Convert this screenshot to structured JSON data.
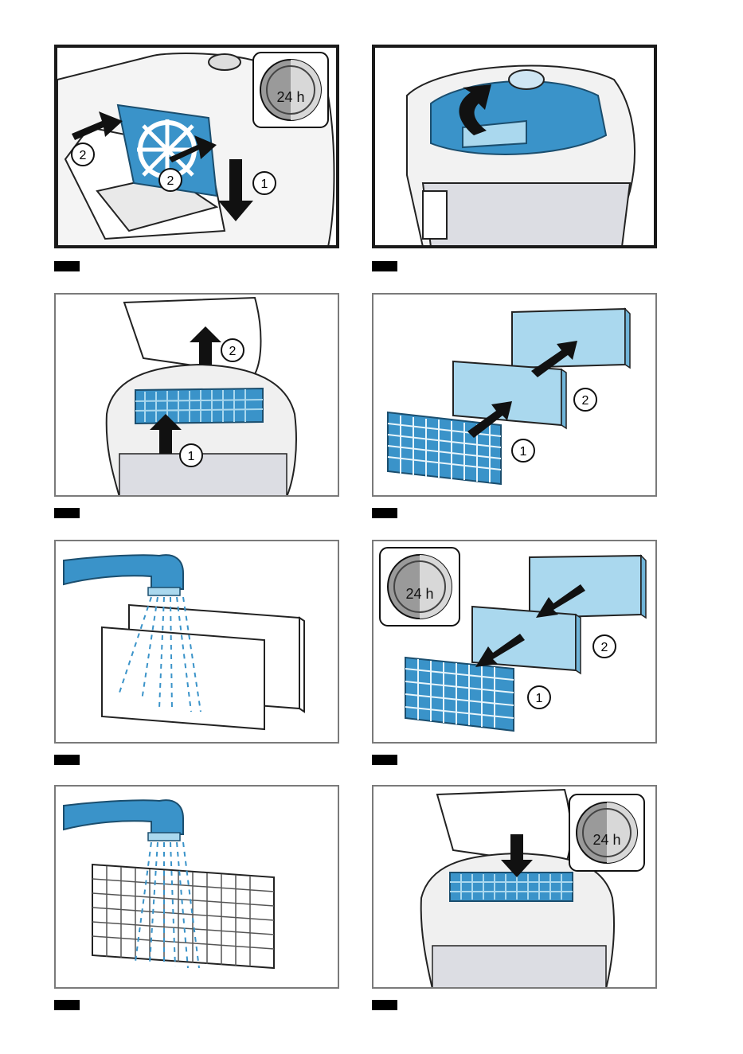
{
  "colors": {
    "accent_blue": "#3a93c9",
    "light_blue": "#aad8ee",
    "gray_body": "#e6e6e6",
    "frame": "#7a7a7a",
    "label_tag": "#000000"
  },
  "timer_badge": {
    "text": "24 h",
    "icon": "moon-sun-clock-icon"
  },
  "steps": {
    "p1": {
      "num_a": "1",
      "num_b": "2",
      "num_c": "2"
    },
    "p3": {
      "num_a": "1",
      "num_b": "2"
    },
    "p4": {
      "num_a": "1",
      "num_b": "2"
    },
    "p6": {
      "num_a": "1",
      "num_b": "2"
    }
  }
}
